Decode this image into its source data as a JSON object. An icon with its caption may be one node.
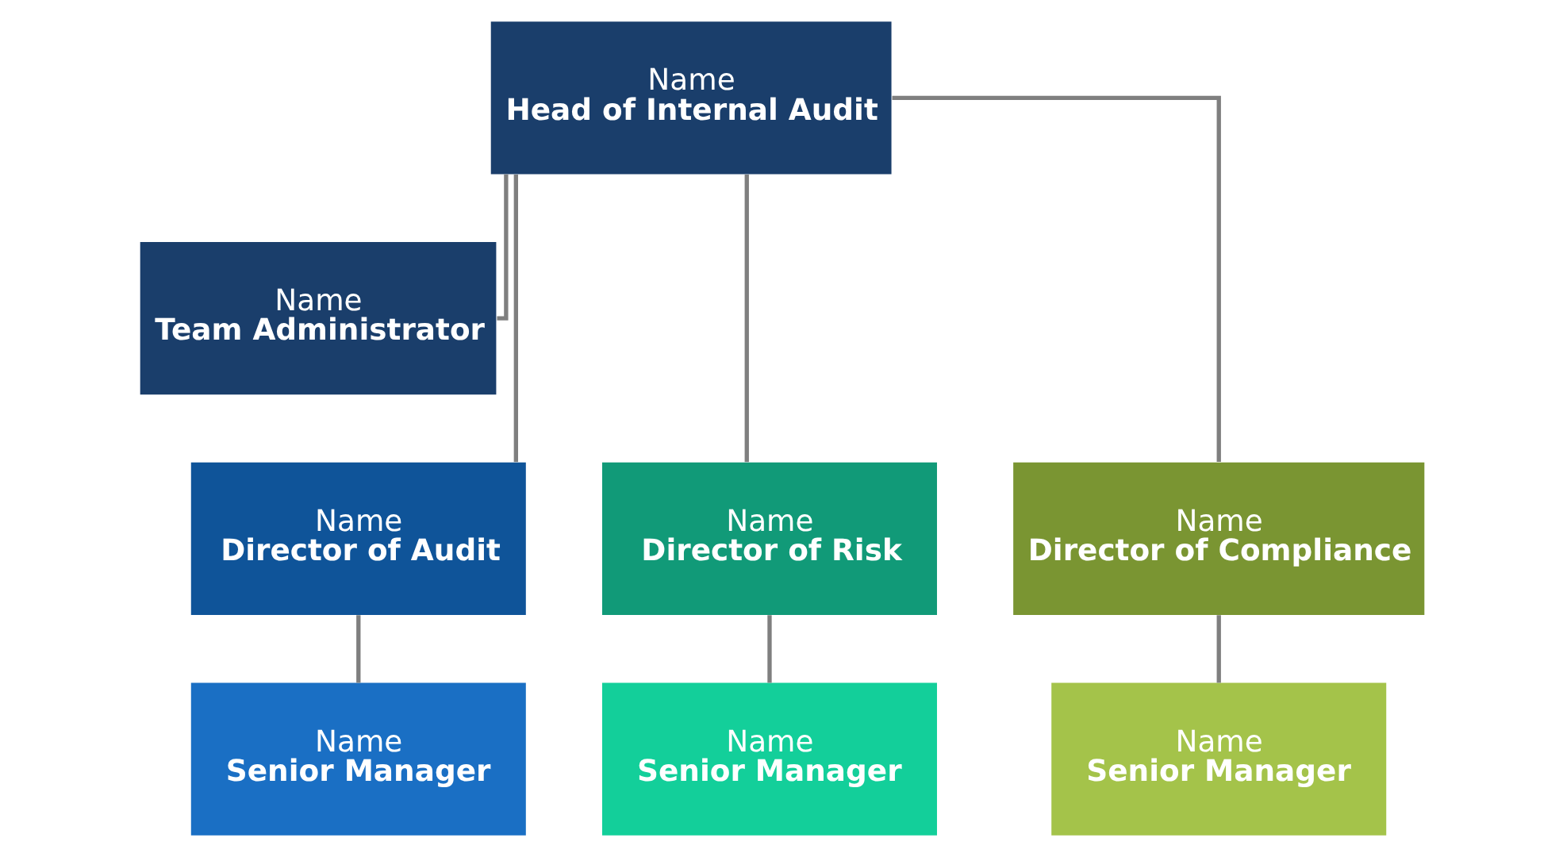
{
  "diagram": {
    "nodes": [
      {
        "text": [
          "Name",
          "Head of Internal Audit"
        ]
      },
      {
        "text": [
          "Name",
          "Team Administrator"
        ]
      },
      {
        "text": [
          "Name",
          "Director of Audit"
        ]
      },
      {
        "text": [
          "Name",
          "Director of Risk"
        ]
      },
      {
        "text": [
          "Name",
          "Director of Compliance"
        ]
      },
      {
        "text": [
          "Name",
          "Senior Manager"
        ]
      },
      {
        "text": [
          "Name",
          "Senior Manager"
        ]
      },
      {
        "text": [
          "Name",
          "Senior Manager"
        ]
      }
    ],
    "edges": [
      {
        "from": 0,
        "to": 1,
        "arrow": "none"
      },
      {
        "from": 0,
        "to": 2,
        "arrow": "none"
      },
      {
        "from": 0,
        "to": 3,
        "arrow": "none"
      },
      {
        "from": 0,
        "to": 4,
        "arrow": "none"
      },
      {
        "from": 2,
        "to": 5,
        "arrow": "none"
      },
      {
        "from": 3,
        "to": 6,
        "arrow": "none"
      },
      {
        "from": 4,
        "to": 7,
        "arrow": "none"
      }
    ]
  }
}
